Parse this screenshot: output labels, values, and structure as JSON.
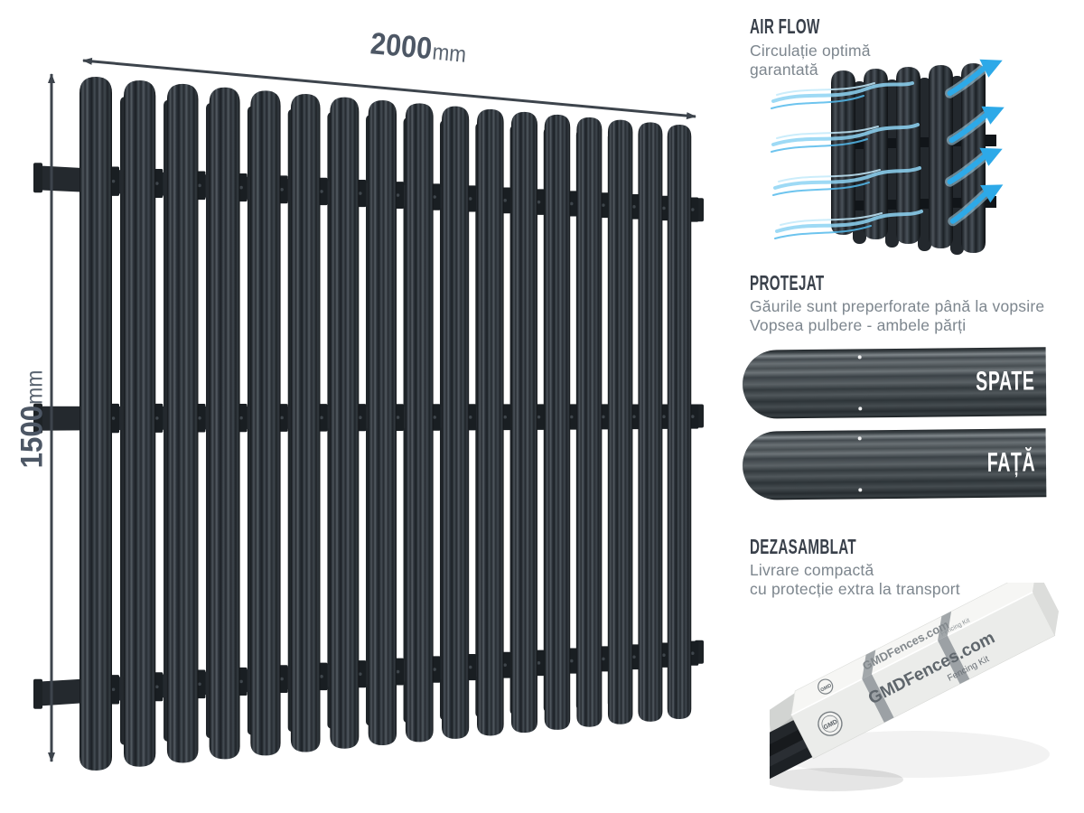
{
  "dimensions": {
    "width_value": "2000",
    "height_value": "1500",
    "unit": "mm"
  },
  "airflow": {
    "title": "AIR FLOW",
    "desc_line1": "Circulație optimă",
    "desc_line2": "garantată"
  },
  "protejat": {
    "title": "PROTEJAT",
    "desc_line1": "Găurile sunt preperforate până la vopsire",
    "desc_line2": "Vopsea pulbere - ambele părți",
    "back_label": "SPATE",
    "front_label": "FAȚĂ"
  },
  "dezasamblat": {
    "title": "DEZASAMBLAT",
    "desc_line1": "Livrare compactă",
    "desc_line2": "cu protecție extra la transport",
    "package_brand": "GMDFences.com",
    "package_sub": "Fencing Kit",
    "package_logo": "GMD"
  },
  "icons": {
    "width_arrow": "double-headed-arrow",
    "height_arrow": "double-headed-arrow",
    "wind_arrows": "curved-wind-arrows"
  },
  "colors": {
    "fence_dark": "#2d3238",
    "rail_dark": "#24292e",
    "text_heading": "#39404a",
    "text_body": "#7d868e",
    "dim_text": "#4d5765",
    "arrow": "#3d444c",
    "accent_blue": "#2da9e8",
    "accent_blue_light": "#9ddcf7",
    "label_white": "#ffffff",
    "box_white": "#f2f3f1",
    "strap_gray": "#9ca1a5"
  }
}
